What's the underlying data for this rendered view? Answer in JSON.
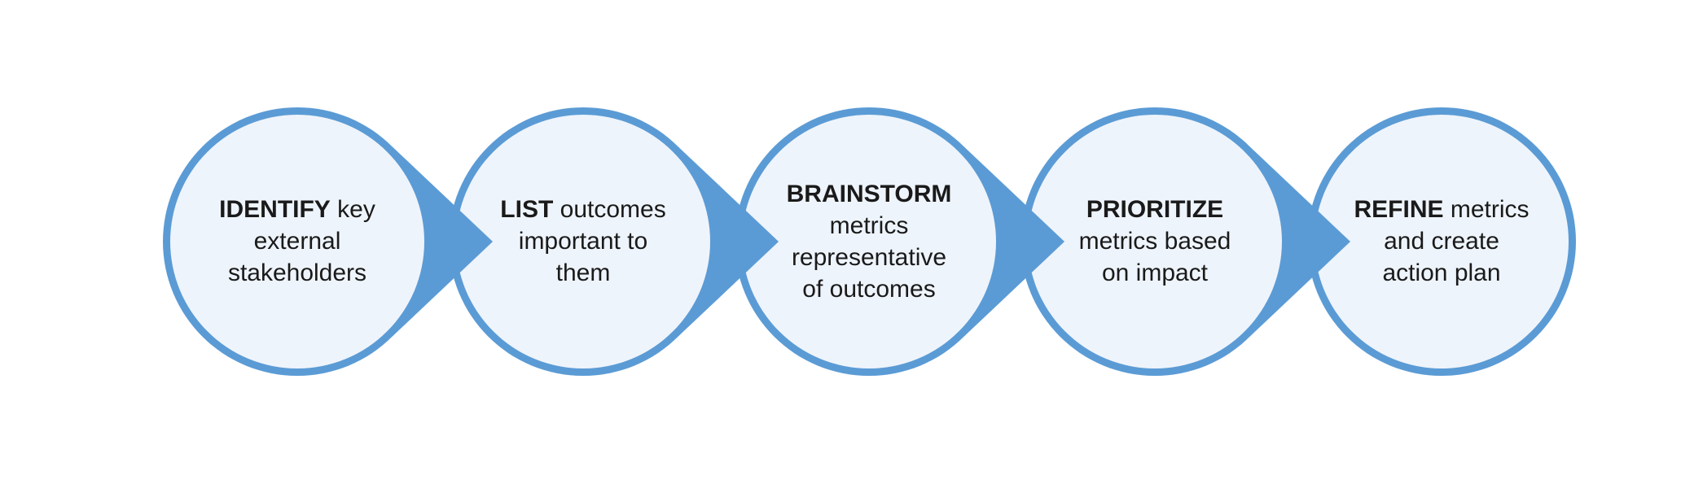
{
  "steps": [
    {
      "keyword": "IDENTIFY",
      "first_line_rest": " key",
      "lines": [
        "external",
        "stakeholders"
      ]
    },
    {
      "keyword": "LIST",
      "first_line_rest": " outcomes",
      "lines": [
        "important to",
        "them"
      ]
    },
    {
      "keyword": "BRAINSTORM",
      "first_line_rest": "",
      "lines": [
        "metrics",
        "representative",
        "of outcomes"
      ]
    },
    {
      "keyword": "PRIORITIZE",
      "first_line_rest": "",
      "lines": [
        "metrics based",
        "on impact"
      ]
    },
    {
      "keyword": "REFINE",
      "first_line_rest": " metrics",
      "lines": [
        "and create",
        "action plan"
      ]
    }
  ],
  "colors": {
    "ring": "#5b9bd5",
    "fill": "#eef4fb",
    "text": "#1a1a1a"
  }
}
